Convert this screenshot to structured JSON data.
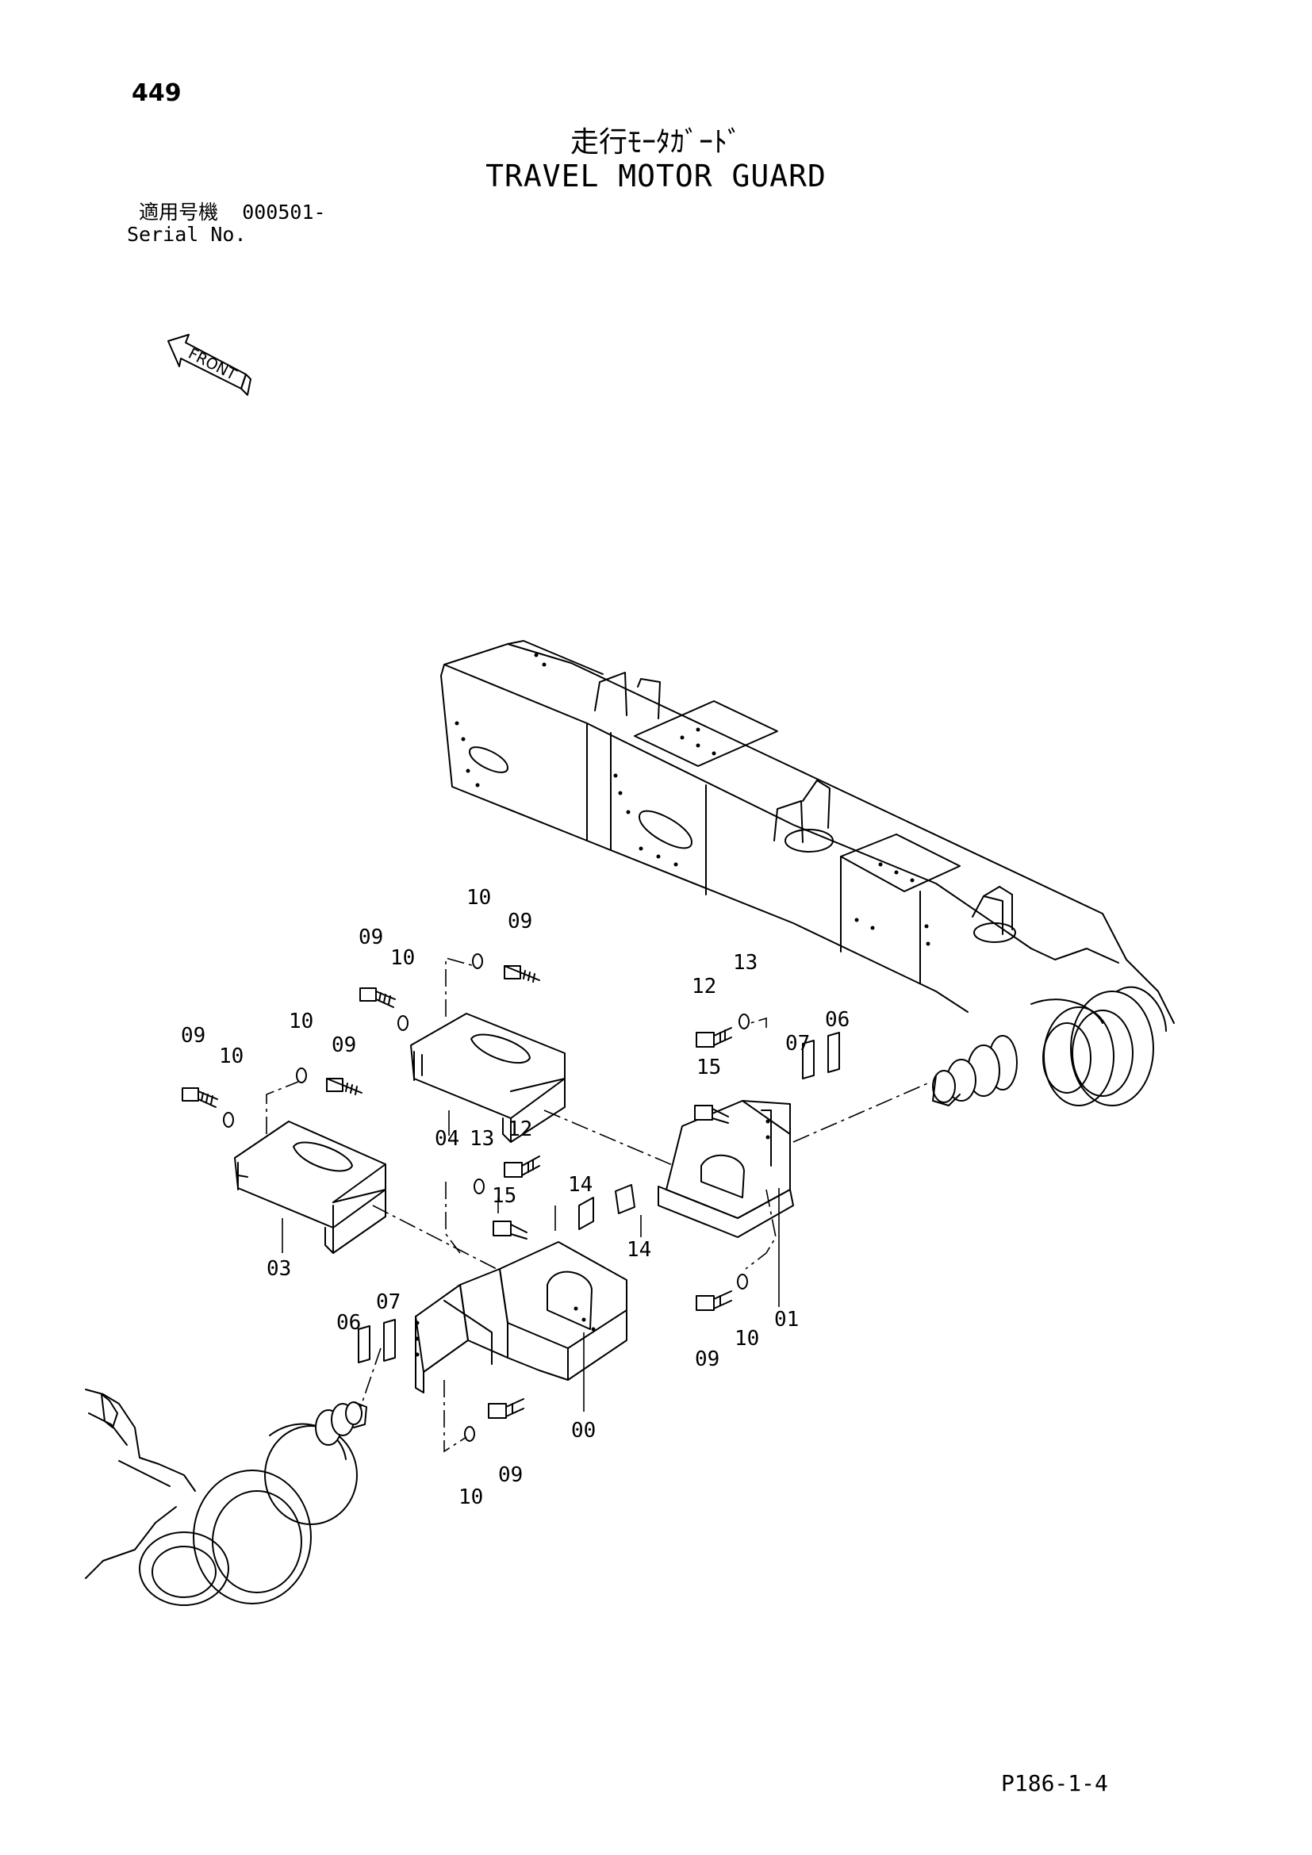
{
  "header": {
    "page_number": "449",
    "title_jp": "走行ﾓｰﾀｶﾞｰﾄﾞ",
    "title_en": "TRAVEL MOTOR GUARD",
    "serial_label_jp": "適用号機",
    "serial_value": "000501-",
    "serial_label_en": "Serial No."
  },
  "front_arrow": {
    "label": "FRONT"
  },
  "callouts": [
    {
      "id": "c1",
      "label": "09"
    },
    {
      "id": "c2",
      "label": "10"
    },
    {
      "id": "c3",
      "label": "09"
    },
    {
      "id": "c4",
      "label": "10"
    },
    {
      "id": "c5",
      "label": "09"
    },
    {
      "id": "c6",
      "label": "10"
    },
    {
      "id": "c7",
      "label": "10"
    },
    {
      "id": "c8",
      "label": "09"
    },
    {
      "id": "c9",
      "label": "04"
    },
    {
      "id": "c10",
      "label": "13"
    },
    {
      "id": "c11",
      "label": "12"
    },
    {
      "id": "c12",
      "label": "03"
    },
    {
      "id": "c13",
      "label": "15"
    },
    {
      "id": "c14",
      "label": "14"
    },
    {
      "id": "c15",
      "label": "14"
    },
    {
      "id": "c16",
      "label": "12"
    },
    {
      "id": "c17",
      "label": "13"
    },
    {
      "id": "c18",
      "label": "15"
    },
    {
      "id": "c19",
      "label": "07"
    },
    {
      "id": "c20",
      "label": "06"
    },
    {
      "id": "c21",
      "label": "01"
    },
    {
      "id": "c22",
      "label": "10"
    },
    {
      "id": "c23",
      "label": "09"
    },
    {
      "id": "c24",
      "label": "07"
    },
    {
      "id": "c25",
      "label": "06"
    },
    {
      "id": "c26",
      "label": "00"
    },
    {
      "id": "c27",
      "label": "09"
    },
    {
      "id": "c28",
      "label": "10"
    }
  ],
  "footer": {
    "code": "P186-1-4"
  }
}
